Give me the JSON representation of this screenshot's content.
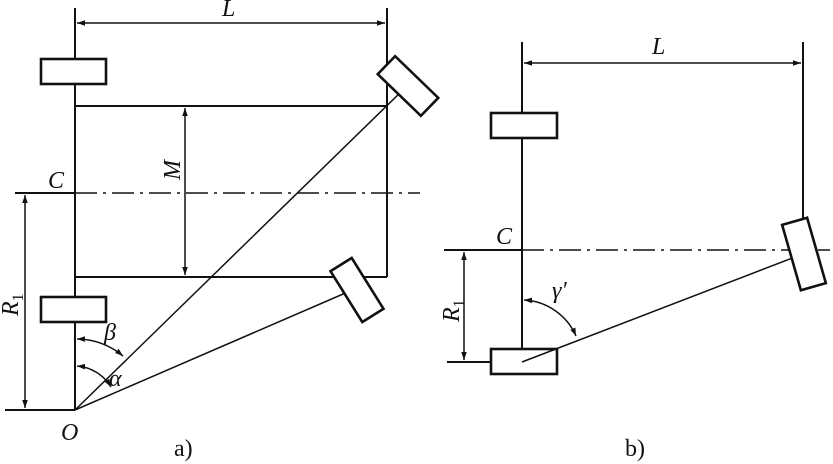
{
  "panel_a": {
    "label_L": "L",
    "label_M": "M",
    "label_C": "C",
    "label_R": "R",
    "label_R_sub": "1",
    "label_beta": "β",
    "label_alpha": "α",
    "label_O": "O",
    "caption": "a)"
  },
  "panel_b": {
    "label_L": "L",
    "label_C": "C",
    "label_R": "R",
    "label_R_sub": "1",
    "label_gamma": "γ′",
    "caption": "b)"
  }
}
